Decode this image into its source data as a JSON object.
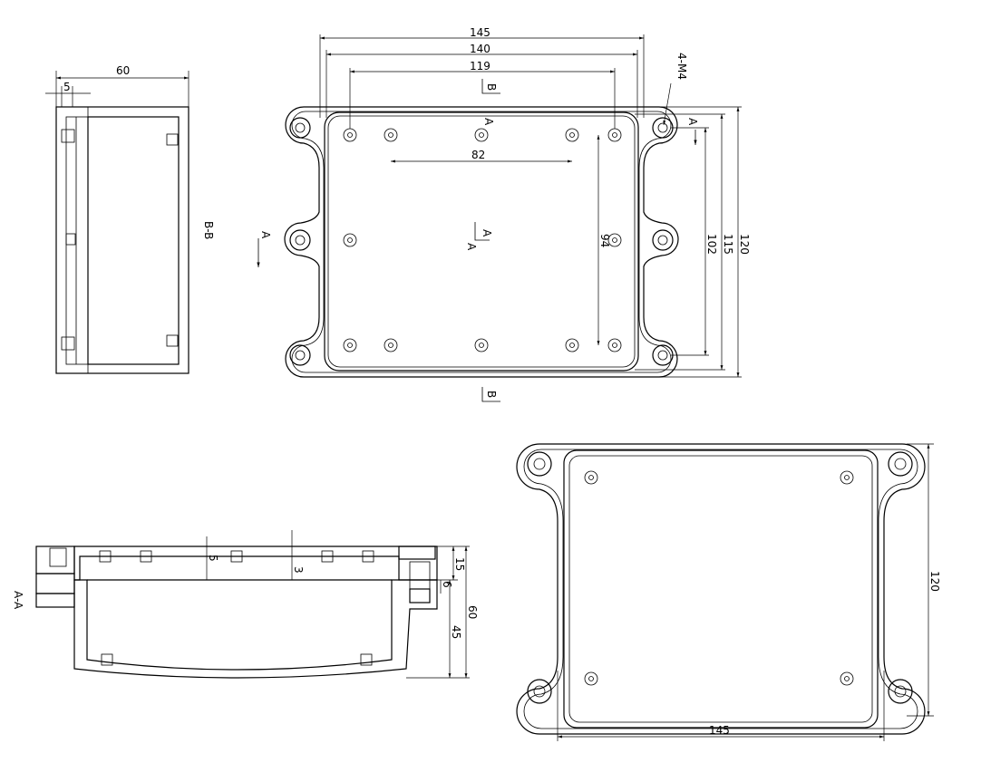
{
  "top_view": {
    "width_145": "145",
    "width_140": "140",
    "hole_spacing_119": "119",
    "hole_spacing_82": "82",
    "screw_label": "4-M4",
    "height_120": "120",
    "height_115": "115",
    "height_102": "102",
    "hole_spacing_94": "94",
    "section_a": "A",
    "section_b": "B"
  },
  "section_bb": {
    "title": "B-B",
    "depth_60": "60",
    "wall_5": "5"
  },
  "section_aa": {
    "title": "A-A",
    "dim_5": "5",
    "dim_3": "3",
    "dim_15": "15",
    "dim_6": "6",
    "dim_45": "45",
    "dim_60": "60"
  },
  "bottom_view": {
    "height_120": "120",
    "width_145": "145"
  }
}
